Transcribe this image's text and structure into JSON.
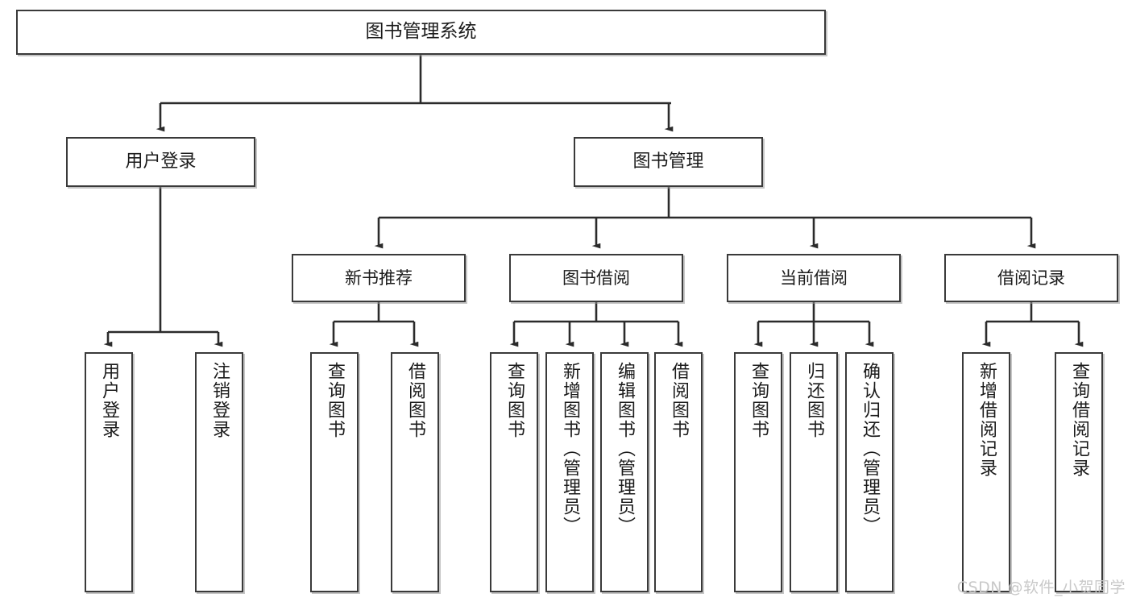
{
  "diagram": {
    "type": "tree",
    "title": "图书管理系统",
    "watermark": "CSDN @软件_小贺同学",
    "colors": {
      "background": "#ffffff",
      "box_border": "#3a3a3a",
      "box_fill": "#ffffff",
      "connector": "#2b2b2b",
      "text": "#1b1b1b",
      "watermark": "#c9c9c9"
    },
    "root": {
      "label": "图书管理系统"
    },
    "level2": [
      {
        "label": "用户登录"
      },
      {
        "label": "图书管理"
      }
    ],
    "level3": [
      {
        "label": "新书推荐"
      },
      {
        "label": "图书借阅"
      },
      {
        "label": "当前借阅"
      },
      {
        "label": "借阅记录"
      }
    ],
    "leaves": {
      "user_login": [
        {
          "label": "用户登录"
        },
        {
          "label": "注销登录"
        }
      ],
      "new_book_recommend": [
        {
          "label": "查询图书"
        },
        {
          "label": "借阅图书"
        }
      ],
      "book_borrow": [
        {
          "label": "查询图书"
        },
        {
          "label": "新增图书（管理员）"
        },
        {
          "label": "编辑图书（管理员）"
        },
        {
          "label": "借阅图书"
        }
      ],
      "current_borrow": [
        {
          "label": "查询图书"
        },
        {
          "label": "归还图书"
        },
        {
          "label": "确认归还（管理员）"
        }
      ],
      "borrow_record": [
        {
          "label": "新增借阅记录"
        },
        {
          "label": "查询借阅记录"
        }
      ]
    }
  }
}
